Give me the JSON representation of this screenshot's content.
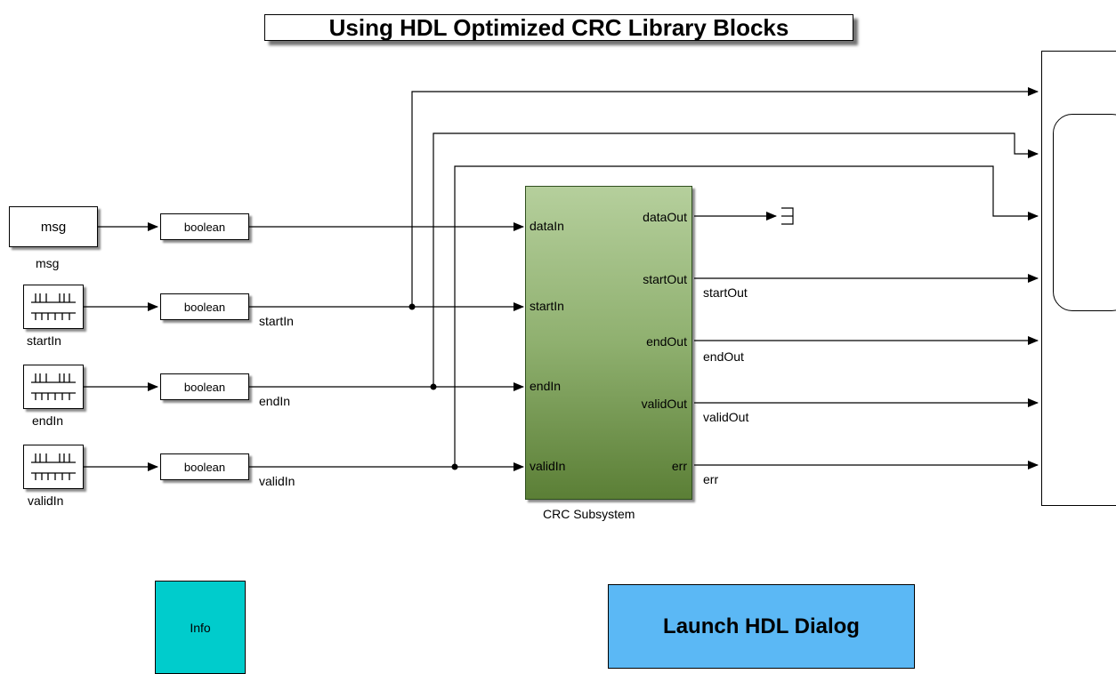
{
  "title": "Using HDL Optimized CRC Library Blocks",
  "sources": {
    "msg": {
      "block_label": "msg",
      "caption": "msg"
    },
    "startIn": {
      "caption": "startIn"
    },
    "endIn": {
      "caption": "endIn"
    },
    "validIn": {
      "caption": "validIn"
    }
  },
  "converters": [
    "boolean",
    "boolean",
    "boolean",
    "boolean"
  ],
  "signals": {
    "startIn": "startIn",
    "endIn": "endIn",
    "validIn": "validIn",
    "startOut": "startOut",
    "endOut": "endOut",
    "validOut": "validOut",
    "err": "err"
  },
  "subsystem": {
    "name": "CRC Subsystem",
    "inputs": [
      "dataIn",
      "startIn",
      "endIn",
      "validIn"
    ],
    "outputs": [
      "dataOut",
      "startOut",
      "endOut",
      "validOut",
      "err"
    ]
  },
  "buttons": {
    "info": "Info",
    "launch": "Launch HDL Dialog"
  },
  "colors": {
    "subsystem_top": "#b5cf9c",
    "subsystem_bottom": "#5b7f36",
    "info": "#00cccc",
    "launch": "#5bb8f5"
  }
}
